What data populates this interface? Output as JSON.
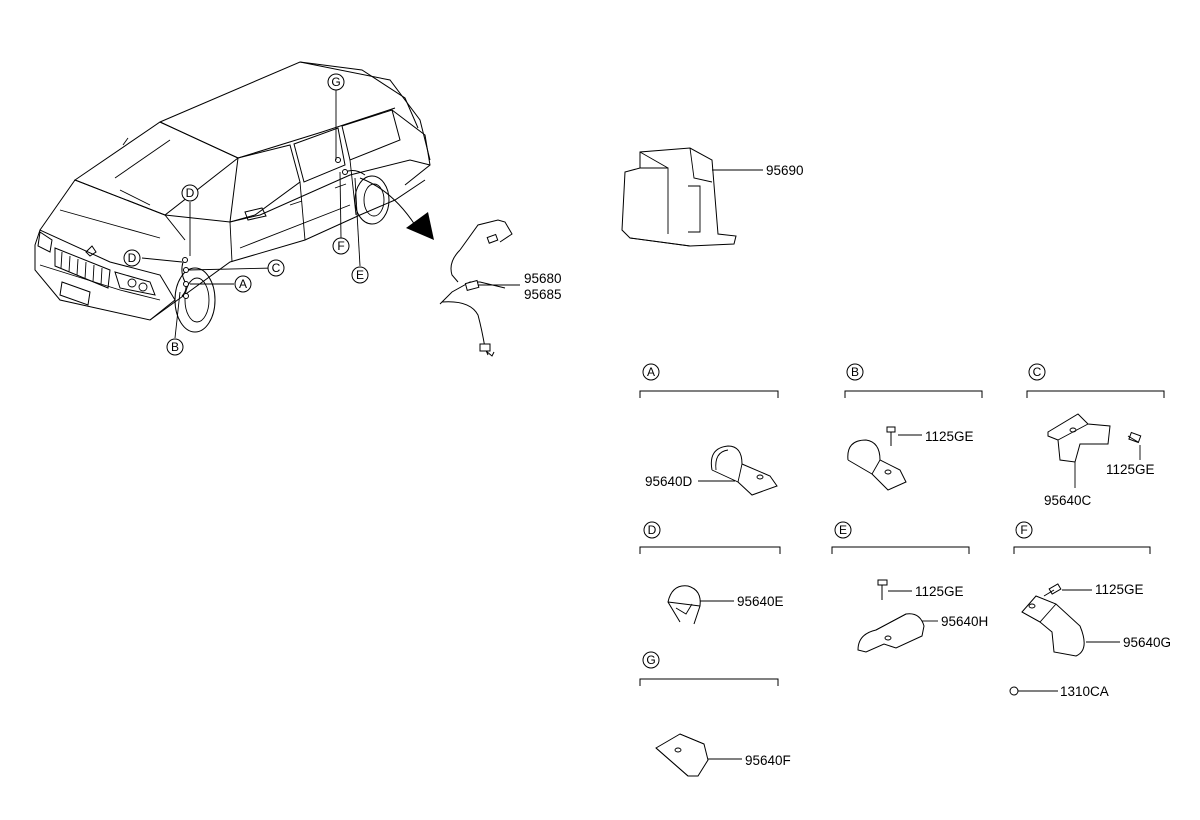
{
  "parts": {
    "abs_module": "95690",
    "sensor_front": "95680",
    "sensor_rear": "95685",
    "clip_d": "95640D",
    "clip_c": "95640C",
    "clip_e": "95640E",
    "clip_h": "95640H",
    "clip_g": "95640G",
    "clip_f": "95640F",
    "bolt": "1125GE",
    "nut": "1310CA"
  },
  "callouts": {
    "A": "A",
    "B": "B",
    "C": "C",
    "D": "D",
    "E": "E",
    "F": "F",
    "G": "G"
  },
  "icons": {
    "arrow": "curved-arrow-icon"
  }
}
